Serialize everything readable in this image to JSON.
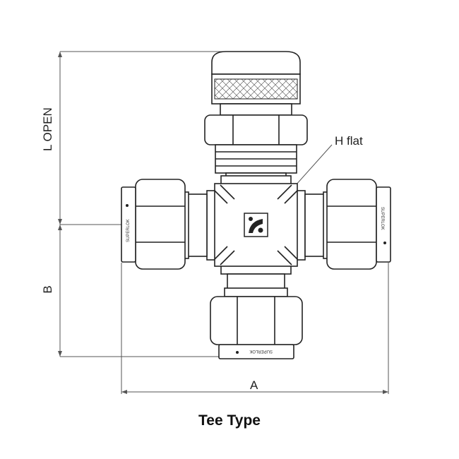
{
  "title": "Tee Type",
  "dimensions": {
    "l_open": "L OPEN",
    "b": "B",
    "a": "A",
    "h_flat": "H flat"
  },
  "brand_marking": "SUPERLOK",
  "colors": {
    "outline": "#222222",
    "dimension": "#555555"
  }
}
